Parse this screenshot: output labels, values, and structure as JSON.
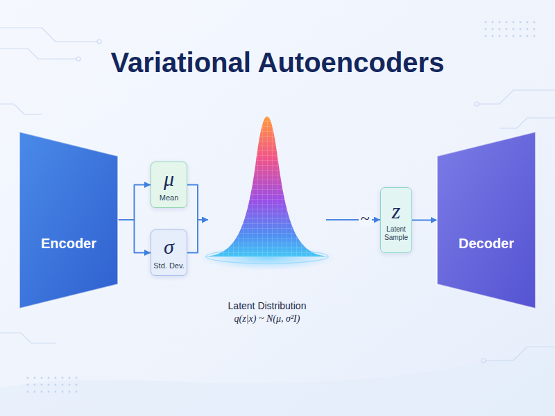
{
  "diagram": {
    "title": "Variational Autoencoders",
    "nodes": [
      {
        "text": [
          "Encoder"
        ]
      },
      {
        "text": [
          "μ",
          "Mean"
        ]
      },
      {
        "text": [
          "σ",
          "Std. Dev."
        ]
      },
      {
        "text": [
          "Latent Distribution",
          "q(z|x) ~ N(μ, σ²I)"
        ]
      },
      {
        "text": [
          "z",
          "Latent Sample"
        ]
      },
      {
        "text": [
          "Decoder"
        ]
      }
    ],
    "edges": [
      {
        "from": 0,
        "to": 1,
        "arrow": "to"
      },
      {
        "from": 0,
        "to": 2,
        "arrow": "to"
      },
      {
        "from": 1,
        "to": 3,
        "arrow": "to"
      },
      {
        "from": 2,
        "to": 3,
        "arrow": "to"
      },
      {
        "from": 3,
        "to": 4,
        "label": "~",
        "arrow": "to"
      },
      {
        "from": 4,
        "to": 5,
        "arrow": "to"
      }
    ]
  }
}
